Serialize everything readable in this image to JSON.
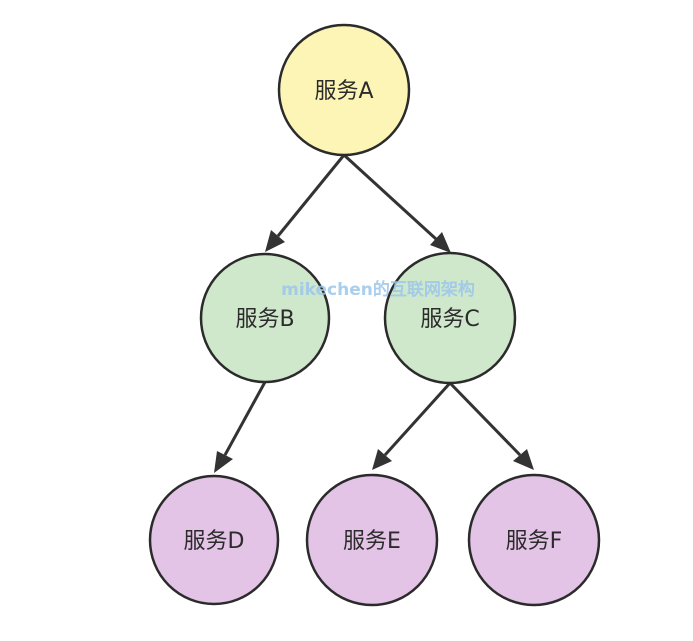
{
  "watermark": "mikechen的互联网架构",
  "nodes": {
    "a": {
      "label": "服务A",
      "fill": "#fdf5b6"
    },
    "b": {
      "label": "服务B",
      "fill": "#cfe8cc"
    },
    "c": {
      "label": "服务C",
      "fill": "#cfe8cc"
    },
    "d": {
      "label": "服务D",
      "fill": "#e3c3e6"
    },
    "e": {
      "label": "服务E",
      "fill": "#e3c3e6"
    },
    "f": {
      "label": "服务F",
      "fill": "#e3c3e6"
    }
  },
  "edges": [
    {
      "from": "服务A",
      "to": "服务B"
    },
    {
      "from": "服务A",
      "to": "服务C"
    },
    {
      "from": "服务B",
      "to": "服务D"
    },
    {
      "from": "服务C",
      "to": "服务E"
    },
    {
      "from": "服务C",
      "to": "服务F"
    }
  ],
  "colors": {
    "stroke": "#2b2b2b",
    "arrow": "#333333",
    "watermark": "#9cc6ea"
  }
}
